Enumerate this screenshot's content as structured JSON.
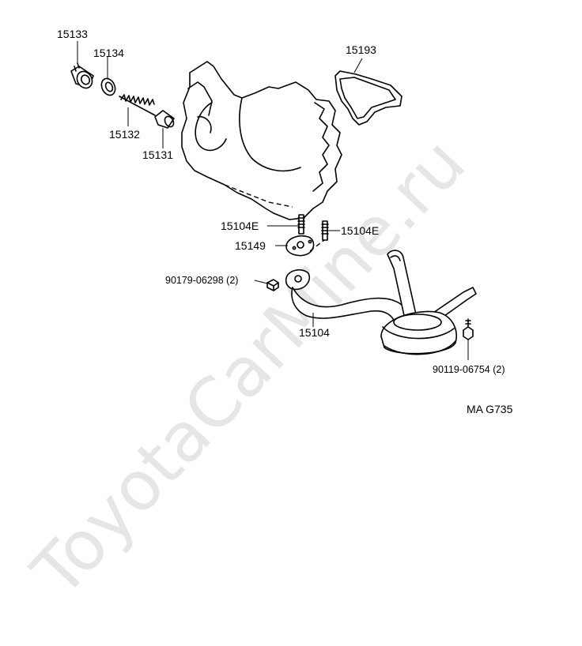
{
  "watermark": "ToyotaCarMine.ru",
  "diagram_code": "MA G735",
  "labels": {
    "p15133": "15133",
    "p15134": "15134",
    "p15132": "15132",
    "p15131": "15131",
    "p15193": "15193",
    "p15104e_left": "15104E",
    "p15104e_right": "15104E",
    "p15149": "15149",
    "p90179": "90179-06298 (2)",
    "p15104": "15104",
    "p90119": "90119-06754 (2)"
  },
  "colors": {
    "line": "#000000",
    "watermark": "#e6e6e6",
    "background": "#ffffff"
  }
}
